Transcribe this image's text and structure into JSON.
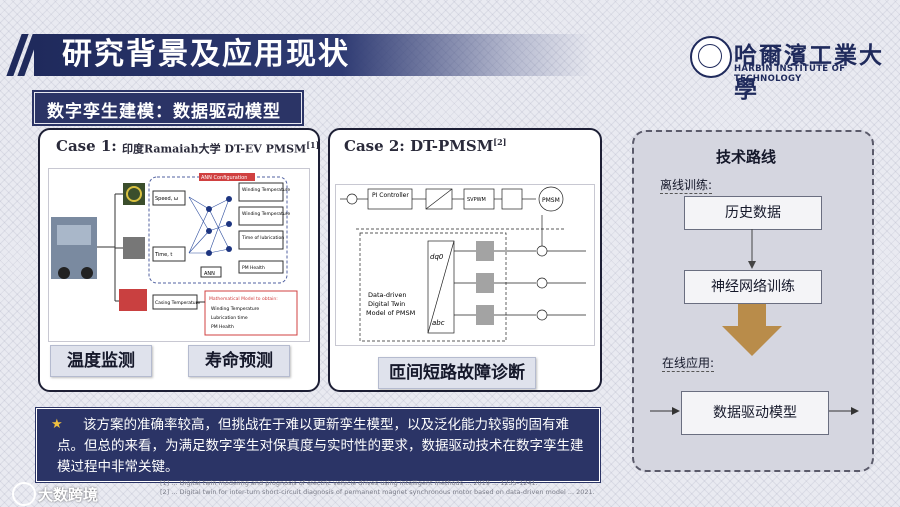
{
  "header": {
    "title": "研究背景及应用现状",
    "logo": {
      "cn": "哈爾濱工業大學",
      "en": "HARBIN INSTITUTE OF TECHNOLOGY"
    }
  },
  "subtitle": "数字孪生建模：数据驱动模型",
  "case1": {
    "heading": "Case 1:",
    "subheading": "印度Ramaiah大学 DT-EV PMSM",
    "ref": "[1]",
    "diagram_labels": {
      "ann_config": "ANN Configuration",
      "speed": "Speed, ω",
      "time": "Time, t",
      "ann": "ANN",
      "winding_temp": "Winding Temperature",
      "winding_temp2": "Winding Temperature",
      "lubrication": "Time of lubrication",
      "pm_health": "PM Health",
      "casing": "Casing Temperature",
      "model_title": "Mathematical Model to obtain:",
      "model_items": [
        "Winding Temperature",
        "Lubrication time",
        "PM Health"
      ]
    },
    "labels": [
      "温度监测",
      "寿命预测"
    ]
  },
  "case2": {
    "heading": "Case 2: DT-PMSM",
    "ref": "[2]",
    "diagram_labels": {
      "pi": "PI Controller",
      "svpwm": "SVPWM",
      "pmsm": "PMSM",
      "dq0": "dq0",
      "abc": "abc",
      "model": [
        "Data-driven",
        "Digital Twin",
        "Model of PMSM"
      ]
    },
    "label": "匝间短路故障诊断"
  },
  "route": {
    "title": "技术路线",
    "offline_label": "离线训练:",
    "online_label": "在线应用:",
    "boxes": [
      "历史数据",
      "神经网络训练",
      "数据驱动模型"
    ]
  },
  "summary": "该方案的准确率较高，但挑战在于难以更新孪生模型，以及泛化能力较弱的固有难点。但总的来看，为满足数字孪生对保真度与实时性的要求，数据驱动技术在数字孪生建模过程中非常关键。",
  "footer": {
    "refs": [
      "[1] ... Digital twin modeling and prognosis of electric vehicle drives using intelligent methods ... 2019 ... 1235-1241.",
      "[2] ... Digital twin for inter-turn short-circuit diagnosis of permanent magnet synchronous motor based on data-driven model ... 2021."
    ],
    "brand": "大数跨境"
  },
  "colors": {
    "navy": "#2b3466",
    "accent_star": "#f0c040",
    "arrow": "#b98c4a"
  }
}
